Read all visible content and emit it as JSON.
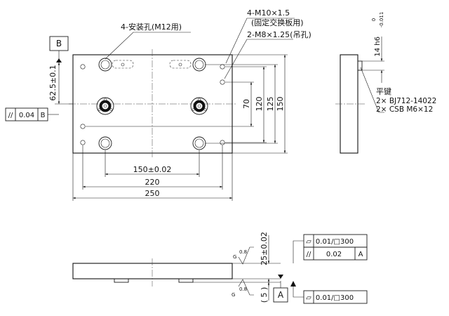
{
  "labels": {
    "holes_m12": "4-安装孔(M12用)",
    "holes_m10": "4-M10×1.5",
    "holes_m10_note": "(固定交换板用)",
    "holes_m8": "2-M8×1.25(吊孔)",
    "key_title": "平键",
    "key_line1": "2× BJ712-14022",
    "key_line2": "2× CSB M6×12",
    "key_height": "14 h6",
    "key_tol_upper": "0",
    "key_tol_lower": "-0.011"
  },
  "datums": {
    "b": "B",
    "a": "A"
  },
  "dimensions": {
    "pos_b": "62.5±0.1",
    "spacing_150": "150±0.02",
    "width_220": "220",
    "width_250": "250",
    "height_70": "70",
    "height_120": "120",
    "height_125": "125",
    "height_150": "150",
    "thickness": "25±0.02",
    "step_5": "( 5 )"
  },
  "tolerances": {
    "parallel_symbol": "//",
    "parallel_value": "0.04",
    "parallel_datum": "B",
    "flat_symbol": "▱",
    "flat_value": "0.01/□300",
    "par2_symbol": "//",
    "par2_value": "0.02",
    "par2_datum": "A",
    "flat2_value": "0.01/□300"
  },
  "surface_finish": {
    "top_value": "0.8",
    "top_letter": "G",
    "bottom_value": "0.8",
    "bottom_letter": "G"
  }
}
